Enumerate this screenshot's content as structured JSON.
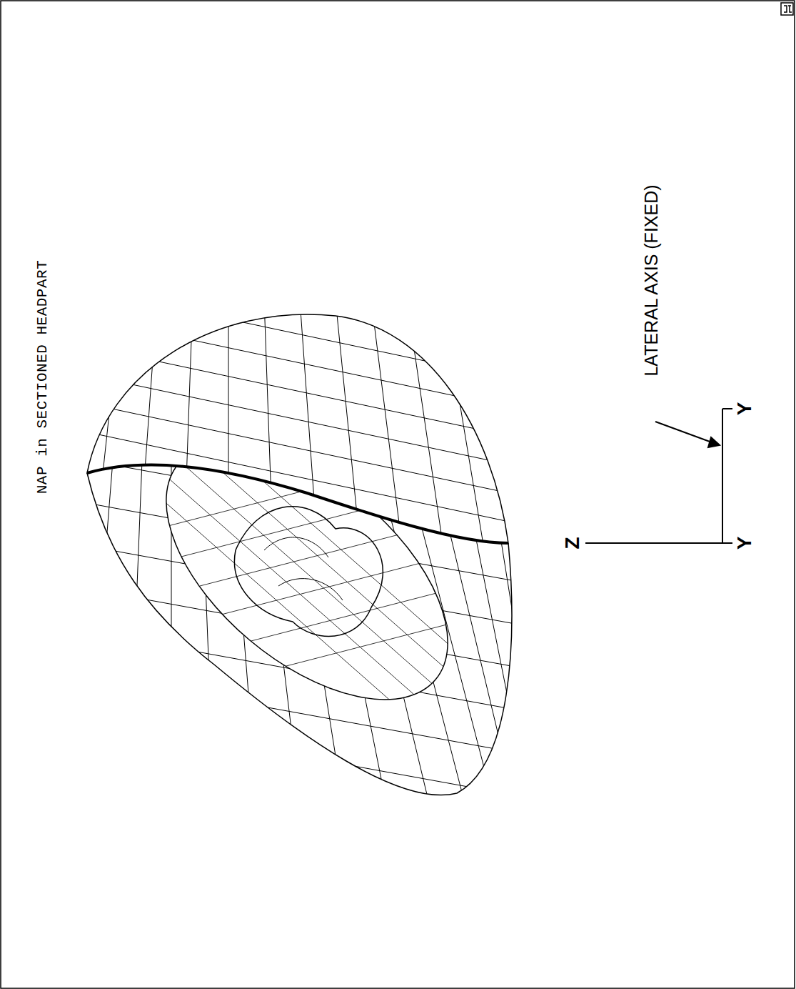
{
  "diagram": {
    "title": "NAP in SECTIONED HEADPART",
    "labels": [
      "Z",
      "Y",
      "Y",
      "LATERAL AXIS (FIXED)"
    ]
  }
}
